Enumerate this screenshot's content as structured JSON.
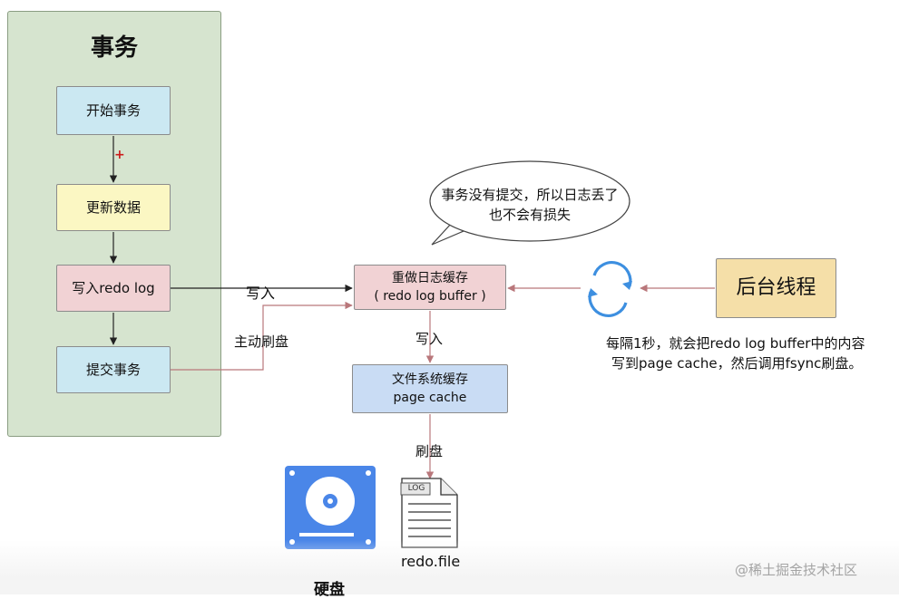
{
  "transaction": {
    "title": "事务",
    "steps": {
      "start": "开始事务",
      "update": "更新数据",
      "write_redo": "写入redo log",
      "commit": "提交事务"
    },
    "plus_marker": "+"
  },
  "redo_buffer": {
    "line1": "重做日志缓存",
    "line2": "( redo log buffer )"
  },
  "page_cache_box": {
    "line1": "文件系统缓存",
    "line2": "page cache"
  },
  "background_thread": "后台线程",
  "edge_labels": {
    "write_in": "写入",
    "active_flush": "主动刷盘",
    "write_in_cache": "写入",
    "flush": "刷盘"
  },
  "speech_bubble": {
    "line1": "事务没有提交，所以日志丢了",
    "line2": "也不会有损失"
  },
  "thread_note": {
    "line1": "每隔1秒，就会把redo log buffer中的内容",
    "line2": "写到page cache，然后调用fsync刷盘。"
  },
  "log_file": {
    "tag": "LOG",
    "name": "redo.file"
  },
  "disk_label": "硬盘",
  "watermark": "@稀土掘金技术社区",
  "icons": {
    "sync": "sync-icon",
    "disk": "hard-disk-icon",
    "file": "log-file-icon"
  },
  "colors": {
    "panel_bg": "#d6e4cf",
    "blue_box": "#cbe8f2",
    "yellow_box": "#fbf7c3",
    "pink_box": "#f1d2d4",
    "cache_box": "#c9dcf4",
    "thread_box": "#f5dfa8",
    "sync_icon": "#3d8fe0",
    "disk_icon": "#4a86e8",
    "red_arrow": "#b9777b"
  }
}
